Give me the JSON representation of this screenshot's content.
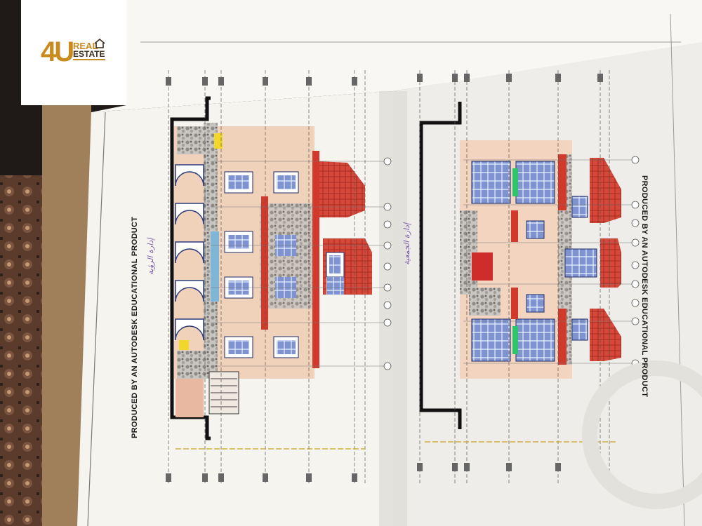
{
  "logo": {
    "mark": "4U",
    "word1": "REAL",
    "word2": "ESTATE",
    "icon": "house-icon"
  },
  "sheet": {
    "label_left": "PRODUCED BY AN AUTODESK EDUCATIONAL PRODUCT",
    "label_right": "PRODUCED BY AN AUTODESK EDUCATIONAL PRODUCT",
    "handwriting_left": "إدارة الرؤية",
    "handwriting_right": "إدارة الجمعية"
  },
  "colors": {
    "roof": "#d23b2e",
    "window": "#6f86c6",
    "stone": "#a9a4a0",
    "wall": "#efcfb6",
    "paper": "#f4f2ee"
  }
}
